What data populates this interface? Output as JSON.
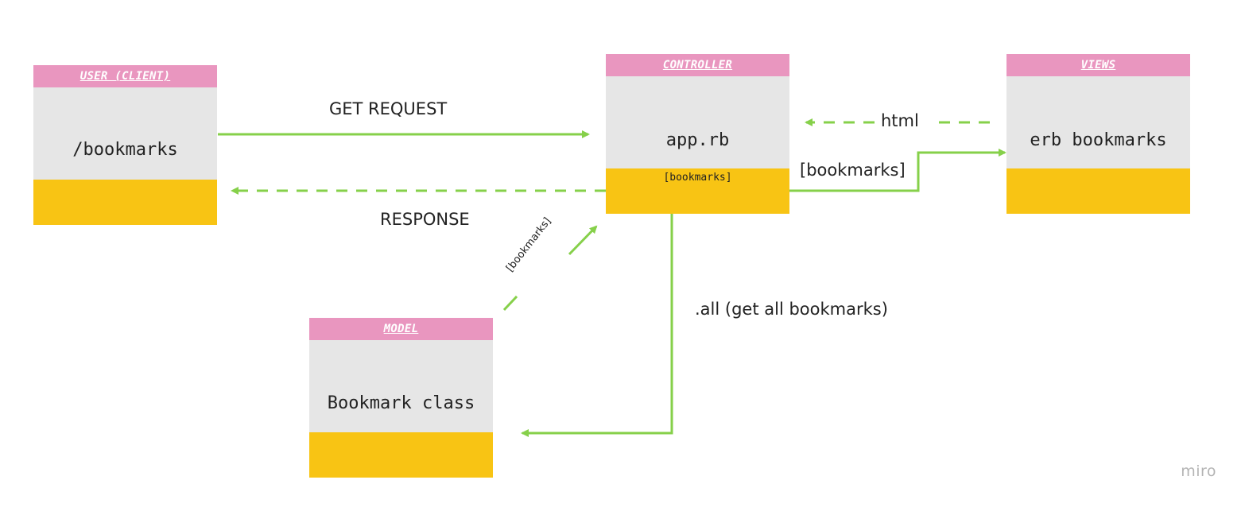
{
  "cards": {
    "user": {
      "header": "USER (CLIENT)",
      "body": "/bookmarks",
      "footer": ""
    },
    "controller": {
      "header": "CONTROLLER",
      "body": "app.rb",
      "footer": "[bookmarks]"
    },
    "views": {
      "header": "VIEWS",
      "body": "erb bookmarks",
      "footer": ""
    },
    "model": {
      "header": "MODEL",
      "body": "Bookmark class",
      "footer": ""
    }
  },
  "edges": {
    "get_request": "GET REQUEST",
    "response": "RESPONSE",
    "html": "html",
    "bookmarks_to_views": "[bookmarks]",
    "all": ".all (get all bookmarks)",
    "bookmarks_from_model": "[bookmarks]"
  },
  "colors": {
    "header": "#e996bf",
    "body": "#e6e6e6",
    "footer": "#f8c414",
    "arrow": "#86d04a"
  },
  "watermark": "miro"
}
